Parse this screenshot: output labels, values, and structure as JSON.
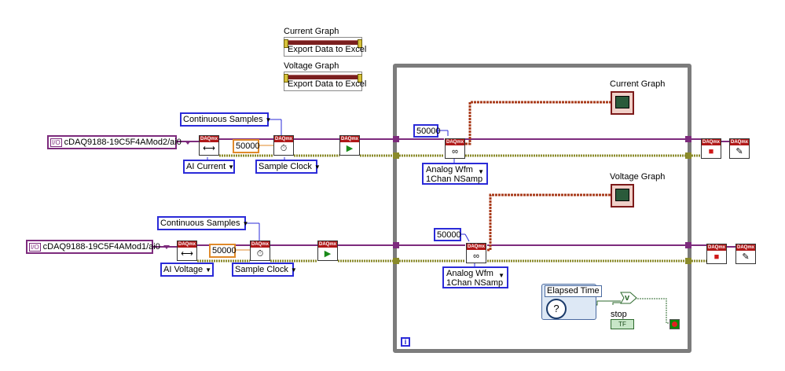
{
  "export_blocks": [
    {
      "title": "Current Graph",
      "action": "Export Data to Excel"
    },
    {
      "title": "Voltage Graph",
      "action": "Export Data to Excel"
    }
  ],
  "top_chain": {
    "channel": "cDAQ9188-19C5F4AMod2/ai0",
    "sample_mode": "Continuous Samples",
    "measurement": "AI Current",
    "timing_source": "Sample Clock",
    "rate": "50000"
  },
  "bottom_chain": {
    "channel": "cDAQ9188-19C5F4AMod1/ai0",
    "sample_mode": "Continuous Samples",
    "measurement": "AI Voltage",
    "timing_source": "Sample Clock",
    "rate": "50000"
  },
  "loop": {
    "top": {
      "samples": "50000",
      "read_mode_line1": "Analog Wfm",
      "read_mode_line2": "1Chan NSamp",
      "graph_label": "Current Graph"
    },
    "bottom": {
      "samples": "50000",
      "read_mode_line1": "Analog Wfm",
      "read_mode_line2": "1Chan NSamp",
      "graph_label": "Voltage Graph"
    },
    "elapsed_label": "Elapsed Time",
    "or_label": "v",
    "stop_label": "stop",
    "stop_value": "TF",
    "iteration_label": "i"
  },
  "icons": {
    "daq_header": "DAQmx",
    "io_tag": "I/O"
  },
  "colors": {
    "loop_border": "#7c7c7c",
    "task_wire": "#7d2b7d",
    "error_wire": "#8a8a2a",
    "waveform_wire": "#a83a1a",
    "ring_border": "#2b2bd8",
    "numeric_border": "#e08a2a"
  }
}
